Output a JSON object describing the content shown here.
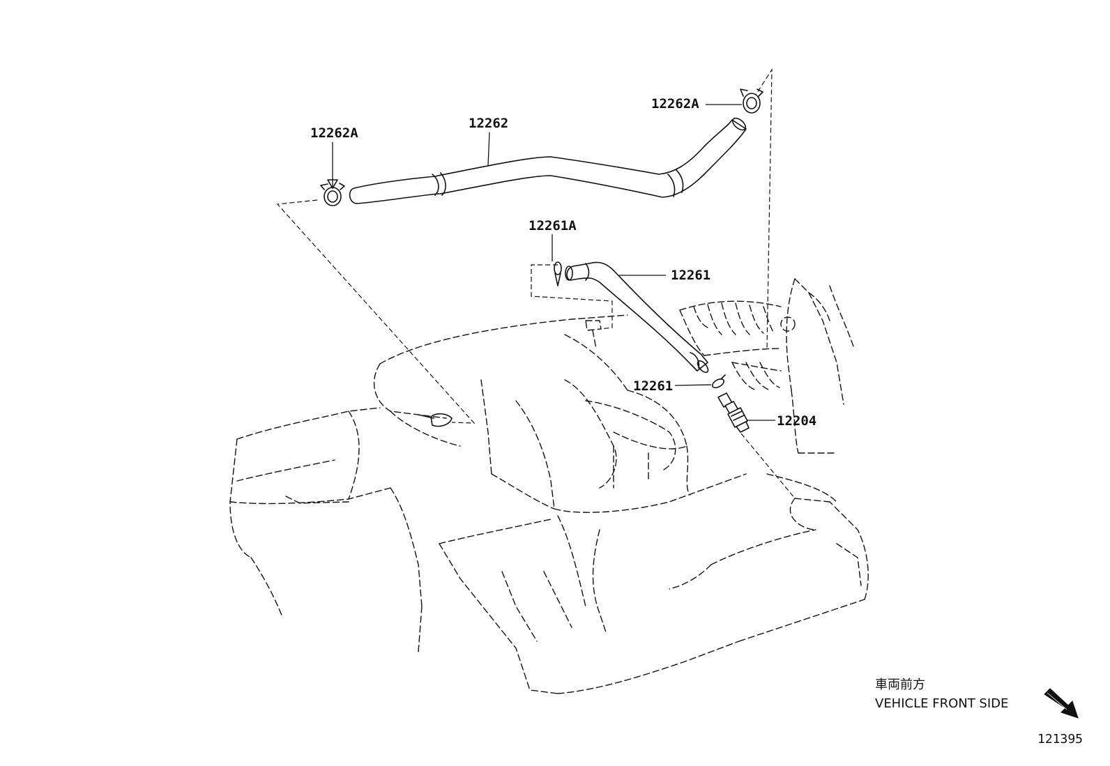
{
  "parts": {
    "clamp_left": "12262A",
    "hose_upper": "12262",
    "clamp_right": "12262A",
    "clamp_small": "12261A",
    "hose_lower": "12261",
    "gasket": "12261",
    "pcv_valve": "12204"
  },
  "orientation": {
    "label_jp": "車両前方",
    "label_en": "VEHICLE FRONT SIDE",
    "arrow_icon": "direction-arrow-icon"
  },
  "illustration_id": "121395"
}
